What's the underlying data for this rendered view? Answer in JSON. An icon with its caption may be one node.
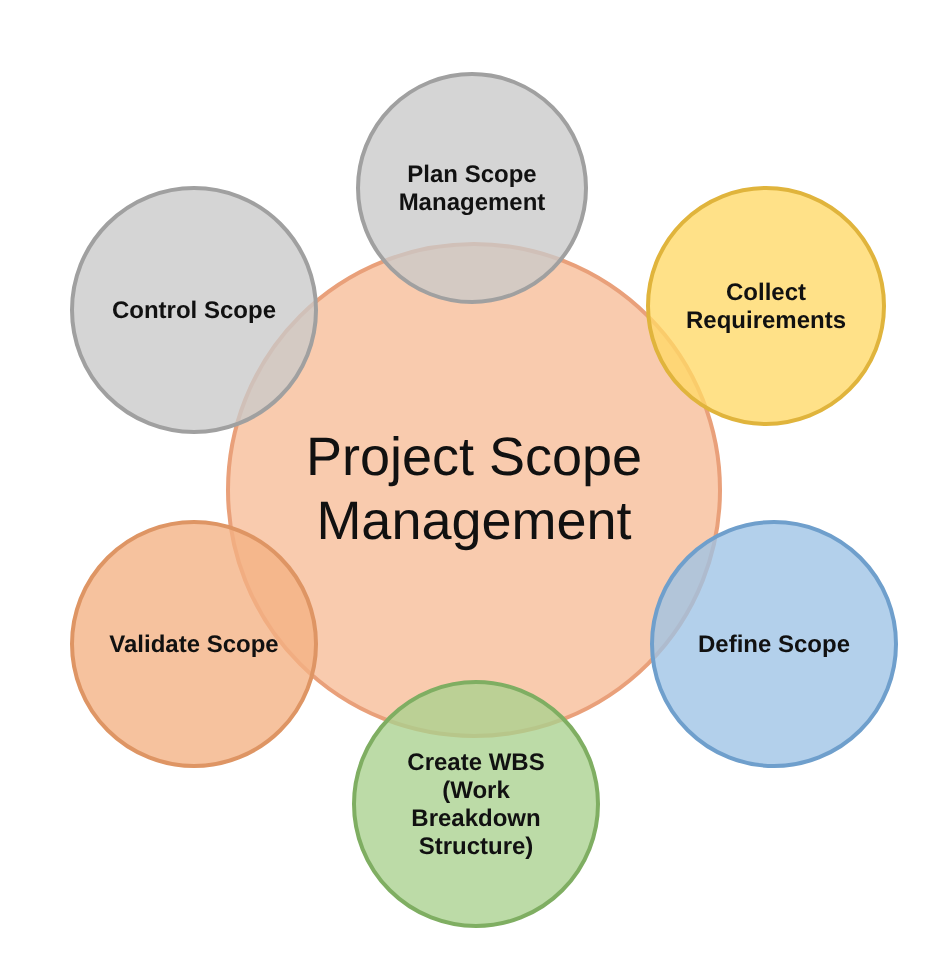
{
  "diagram": {
    "nodes": [
      {
        "text": [
          "Plan Scope Management"
        ]
      },
      {
        "text": [
          "Control Scope"
        ]
      },
      {
        "text": [
          "Collect Requirements"
        ]
      },
      {
        "text": [
          "Project Scope Management"
        ]
      },
      {
        "text": [
          "Validate Scope"
        ]
      },
      {
        "text": [
          "Define Scope"
        ]
      },
      {
        "text": [
          "Create WBS (Work Breakdown Structure)"
        ]
      }
    ],
    "edges": []
  }
}
